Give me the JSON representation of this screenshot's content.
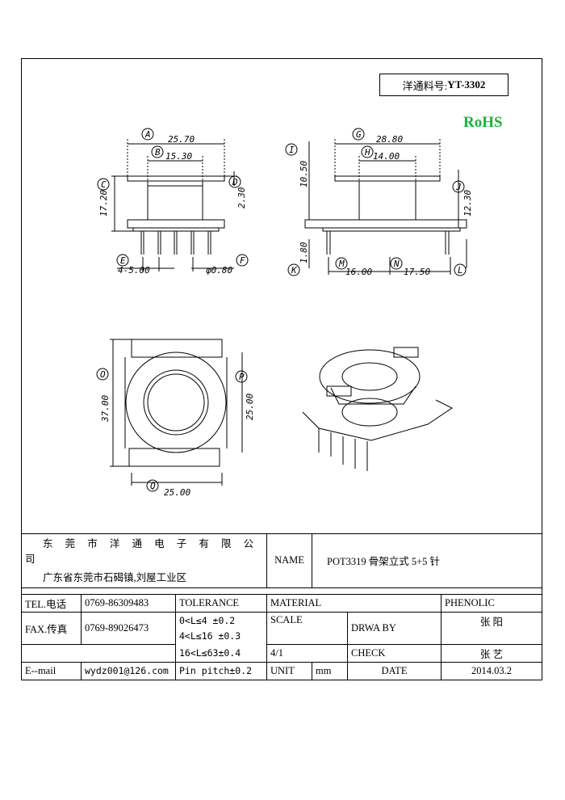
{
  "part_no": {
    "label": "洋通料号:",
    "value": "YT-3302"
  },
  "rohs": "RoHS",
  "dims": {
    "A": "A",
    "B": "B",
    "C": "C",
    "D": "D",
    "E": "E",
    "F": "F",
    "G": "G",
    "H": "H",
    "I": "I",
    "J": "J",
    "K": "K",
    "L": "L",
    "M": "M",
    "N": "N",
    "O": "O",
    "P": "P",
    "Q": "Q",
    "a_val": "25.70",
    "b_val": "15.30",
    "c_val": "17.20",
    "d_val": "2.30",
    "e_val": "4-5.00",
    "f_val": "φ0.80",
    "g_val": "28.80",
    "h_val": "14.00",
    "i_val": "10.50",
    "j_val": "12.30",
    "k_val": "1.80",
    "m_val": "16.00",
    "n_val": "17.50",
    "o_val": "37.00",
    "p_val": "25.00",
    "q_val": "25.00"
  },
  "title_block": {
    "company": "东 莞 市 洋 通 电 子 有 限 公 司",
    "address": "广东省东莞市石碣镇,刘屋工业区",
    "name_label": "NAME",
    "name_value": "POT3319 骨架立式 5+5 针",
    "tel_label": "TEL.电话",
    "tel_value": "0769-86309483",
    "tolerance_label": "TOLERANCE",
    "material_label": "MATERIAL",
    "material_value": "PHENOLIC",
    "fax_label": "FAX.传真",
    "fax_value": "0769-89026473",
    "tol1": "0<L≤4  ±0.2",
    "tol2": "4<L≤16 ±0.3",
    "tol3": "16<L≤63±0.4",
    "tol4": "Pin pitch±0.2",
    "scale_label": "SCALE",
    "scale_value": "4/1",
    "drawn_label": "DRWA BY",
    "drawn_value": "张 阳",
    "check_label": "CHECK",
    "check_value": "张 艺",
    "email_label": "E--mail",
    "email_value": "wydz001@126.com",
    "unit_label": "UNIT",
    "unit_value": "mm",
    "date_label": "DATE",
    "date_value": "2014.03.2"
  }
}
